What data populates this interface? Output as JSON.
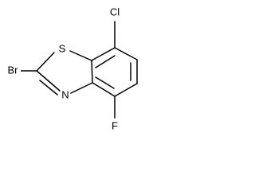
{
  "molecule": {
    "atoms": {
      "cl": "Cl",
      "s": "S",
      "br": "Br",
      "n": "N",
      "f": "F"
    }
  }
}
